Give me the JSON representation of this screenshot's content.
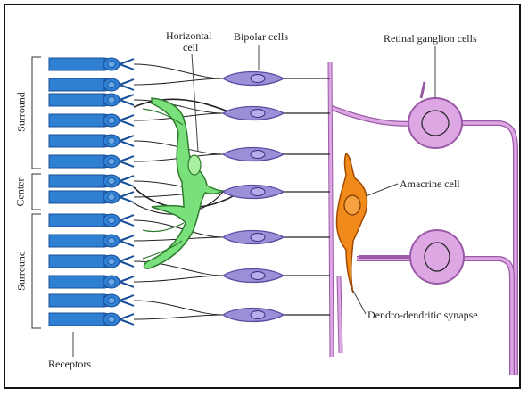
{
  "labels": {
    "horizontal_cell_line1": "Horizontal",
    "horizontal_cell_line2": "cell",
    "bipolar_cells": "Bipolar cells",
    "retinal_ganglion_cells": "Retinal ganglion cells",
    "amacrine_cell": "Amacrine cell",
    "dendro_dendritic_synapse": "Dendro-dendritic synapse",
    "receptors": "Receptors",
    "surround_top": "Surround",
    "center": "Center",
    "surround_bottom": "Surround"
  },
  "colors": {
    "receptor": "#2f7fd2",
    "receptor_edge": "#1a4f9a",
    "horizontal": "#79e07b",
    "bipolar": "#9b8fd8",
    "ganglion": "#dca7e3",
    "amacrine": "#f07a10",
    "axon": "#c58ad0"
  },
  "icons": {
    "receptor": "rod-receptor-icon",
    "bipolar": "bipolar-cell-icon",
    "ganglion": "ganglion-cell-icon",
    "amacrine": "amacrine-cell-icon",
    "horizontal": "horizontal-cell-icon"
  }
}
